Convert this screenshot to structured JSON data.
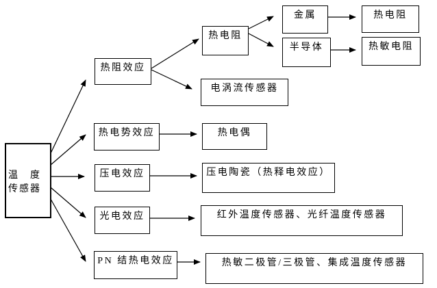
{
  "diagram": {
    "nodes": {
      "root": {
        "line1": "温　度",
        "line2": "传感器"
      },
      "thermal_resistance_effect": {
        "label": "热阻效应"
      },
      "thermistor_branch": {
        "label": "热电阻"
      },
      "metal": {
        "label": "金属"
      },
      "metal_thermistor": {
        "label": "热电阻"
      },
      "semiconductor": {
        "label": "半导体"
      },
      "semiconductor_thermistor": {
        "label": "热敏电阻"
      },
      "eddy_current_sensor": {
        "label": "电涡流传感器"
      },
      "thermoelectric_effect": {
        "label": "热电势效应"
      },
      "thermocouple": {
        "label": "热电偶"
      },
      "piezoelectric_effect": {
        "label": "压电效应"
      },
      "piezo_ceramic": {
        "label": "压电陶瓷（热释电效应）"
      },
      "photoelectric_effect": {
        "label": "光电效应"
      },
      "optical_sensors": {
        "label": "红外温度传感器、光纤温度传感器"
      },
      "pn_junction_effect": {
        "label": "PN 结热电效应"
      },
      "integrated_sensors": {
        "label": "热敏二极管/三极管、集成温度传感器"
      }
    },
    "colors": {
      "line": "#000000",
      "border": "#000000",
      "background": "#ffffff",
      "text": "#000000"
    }
  }
}
